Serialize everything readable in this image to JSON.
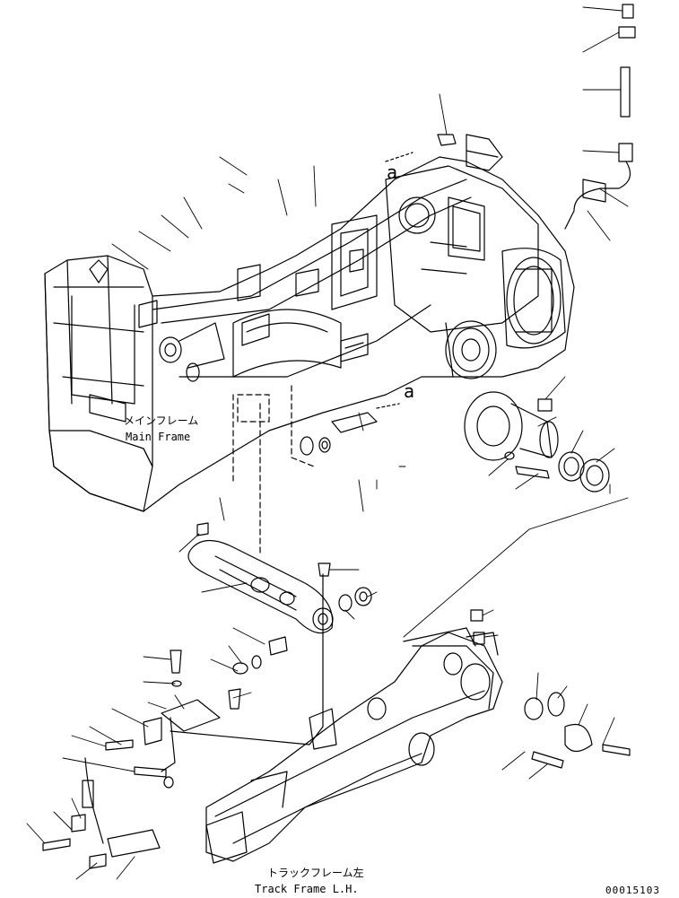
{
  "labels": {
    "main_frame_jp": "メインフレーム",
    "main_frame_en": "Main Frame",
    "track_frame_jp": "トラックフレーム左",
    "track_frame_en": "Track Frame L.H.",
    "ref_a_top": "a",
    "ref_a_mid": "a",
    "drawing_number": "00015103"
  },
  "colors": {
    "line": "#000000",
    "background": "#ffffff"
  }
}
